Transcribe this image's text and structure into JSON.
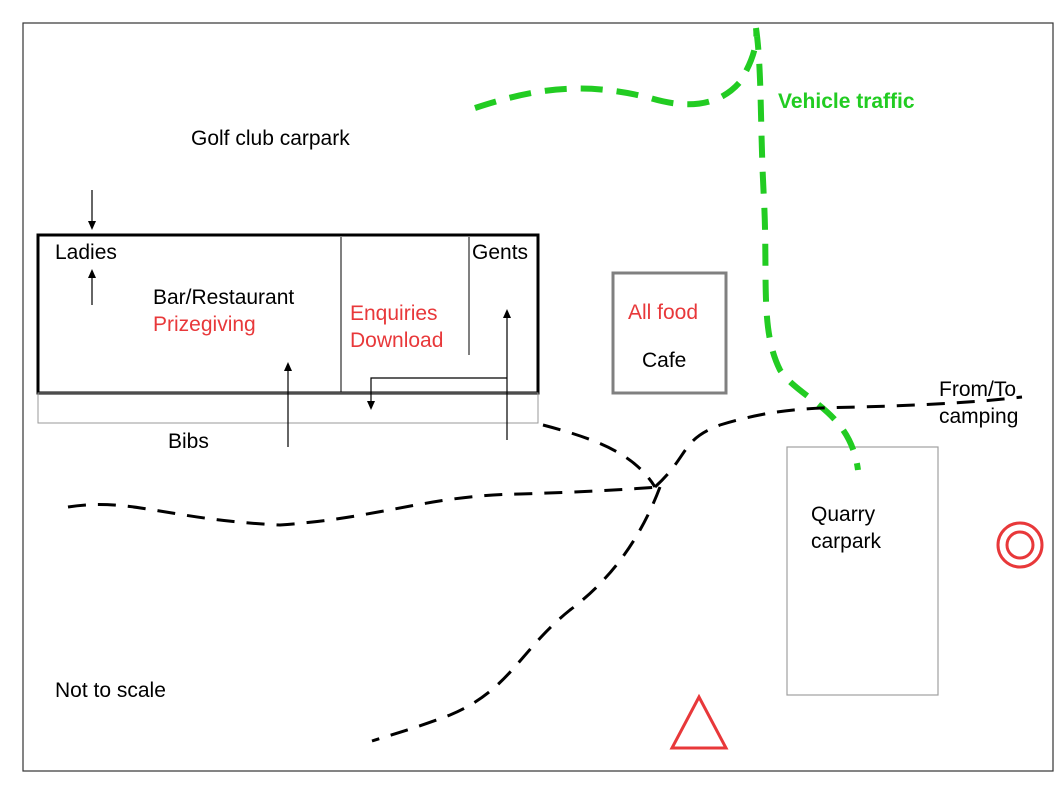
{
  "labels": {
    "golf_club_carpark": "Golf club carpark",
    "ladies": "Ladies",
    "gents": "Gents",
    "bar_restaurant": "Bar/Restaurant",
    "prizegiving": "Prizegiving",
    "enquiries": "Enquiries",
    "download": "Download",
    "bibs": "Bibs",
    "all_food": "All food",
    "cafe": "Cafe",
    "vehicle_traffic": "Vehicle traffic",
    "from_to": "From/To",
    "camping": "camping",
    "quarry": "Quarry",
    "carpark": "carpark",
    "not_to_scale": "Not to scale"
  },
  "colors": {
    "text": "#000000",
    "highlight_red": "#e8383a",
    "vehicle_route_green": "#22cc22",
    "path_black": "#000000",
    "cafe_border": "#808080",
    "quarry_border": "#a0a0a0"
  },
  "symbols": {
    "start_marker": "red-double-circle-icon",
    "finish_marker": "red-triangle-icon"
  }
}
